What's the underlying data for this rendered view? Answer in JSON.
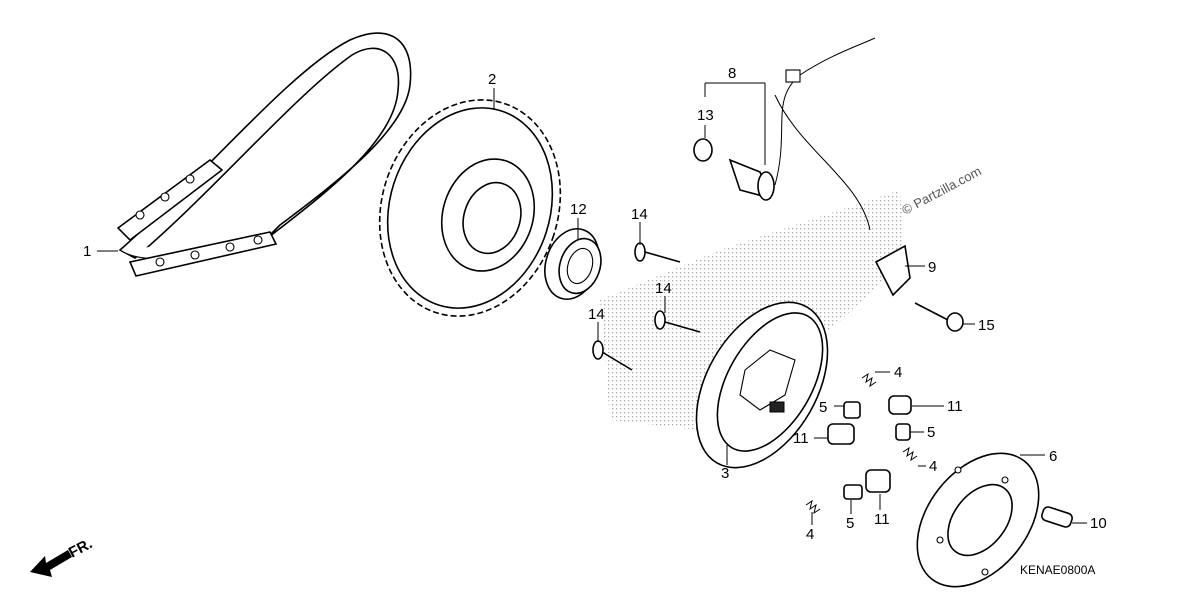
{
  "diagram": {
    "callouts": [
      {
        "id": "c1",
        "text": "1"
      },
      {
        "id": "c2",
        "text": "2"
      },
      {
        "id": "c3",
        "text": "3"
      },
      {
        "id": "c4a",
        "text": "4"
      },
      {
        "id": "c4b",
        "text": "4"
      },
      {
        "id": "c4c",
        "text": "4"
      },
      {
        "id": "c5a",
        "text": "5"
      },
      {
        "id": "c5b",
        "text": "5"
      },
      {
        "id": "c5c",
        "text": "5"
      },
      {
        "id": "c6",
        "text": "6"
      },
      {
        "id": "c8",
        "text": "8"
      },
      {
        "id": "c9",
        "text": "9"
      },
      {
        "id": "c10",
        "text": "10"
      },
      {
        "id": "c11a",
        "text": "11"
      },
      {
        "id": "c11b",
        "text": "11"
      },
      {
        "id": "c11c",
        "text": "11"
      },
      {
        "id": "c12",
        "text": "12"
      },
      {
        "id": "c13",
        "text": "13"
      },
      {
        "id": "c14a",
        "text": "14"
      },
      {
        "id": "c14b",
        "text": "14"
      },
      {
        "id": "c14c",
        "text": "14"
      },
      {
        "id": "c15",
        "text": "15"
      }
    ],
    "direction_label": "FR.",
    "diagram_code": "KENAE0800A",
    "watermark": "© Partzilla.com"
  }
}
